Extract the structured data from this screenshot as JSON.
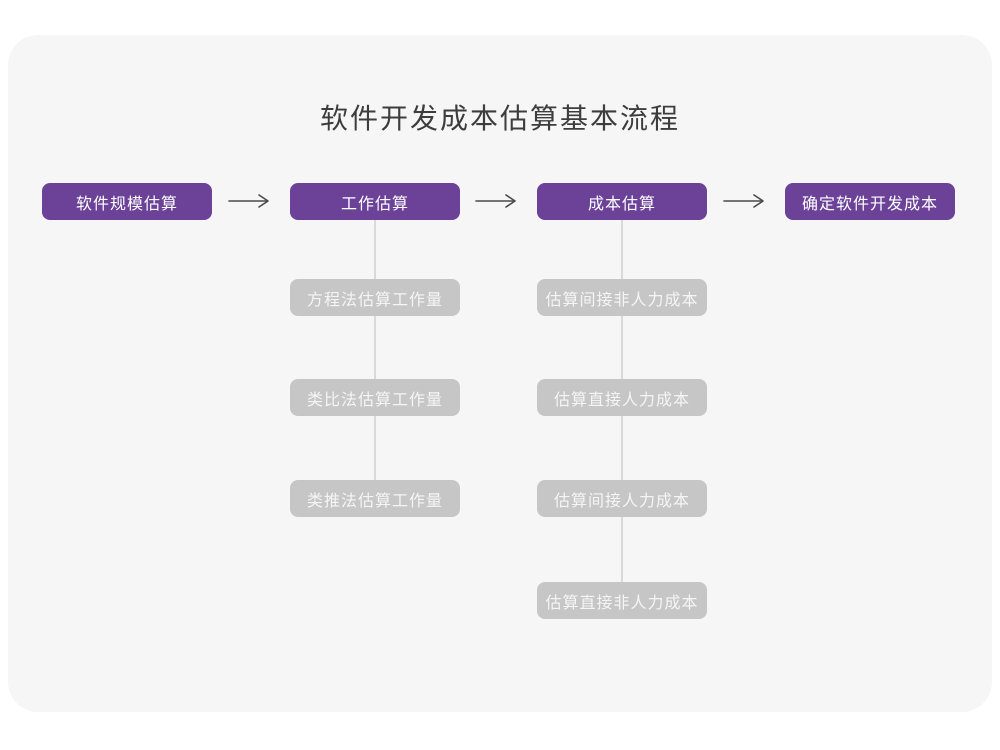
{
  "title": "软件开发成本估算基本流程",
  "colors": {
    "accent_purple": "#6C4299",
    "node_gray": "#C6C6C6",
    "card_background": "#F6F6F6",
    "arrow": "#4A4A4A",
    "connector_line": "#D9D9D9",
    "title_text": "#3D3D3D"
  },
  "flow": {
    "steps": [
      {
        "label": "软件规模估算"
      },
      {
        "label": "工作估算"
      },
      {
        "label": "成本估算"
      },
      {
        "label": "确定软件开发成本"
      }
    ],
    "work_methods": [
      {
        "label": "方程法估算工作量"
      },
      {
        "label": "类比法估算工作量"
      },
      {
        "label": "类推法估算工作量"
      }
    ],
    "cost_components": [
      {
        "label": "估算间接非人力成本"
      },
      {
        "label": "估算直接人力成本"
      },
      {
        "label": "估算间接人力成本"
      },
      {
        "label": "估算直接非人力成本"
      }
    ]
  }
}
